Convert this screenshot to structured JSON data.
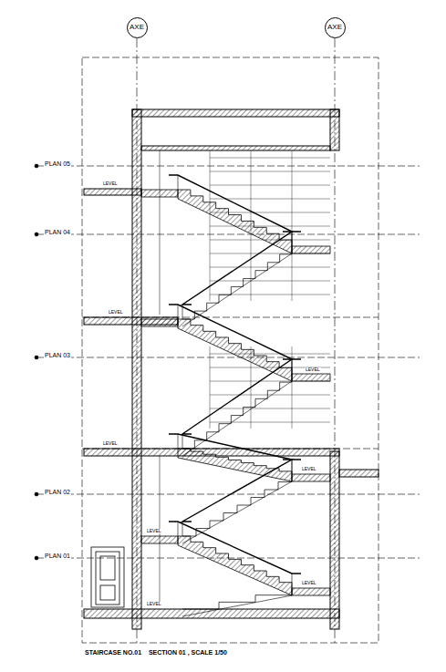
{
  "diagram": {
    "caption": "STAIRCASE NO.01    SECTION 01 , SCALE 1/50",
    "nodes": [
      {
        "text": [
          "AXE"
        ]
      },
      {
        "text": [
          "AXE"
        ]
      }
    ],
    "labels": [
      "PLAN 05",
      "PLAN 04",
      "PLAN 03",
      "PLAN 02",
      "PLAN 01",
      "LEVEL",
      "LEVEL",
      "LEVEL",
      "LEVEL",
      "LEVEL",
      "LEVEL",
      "LEVEL",
      "LEVEL"
    ]
  }
}
